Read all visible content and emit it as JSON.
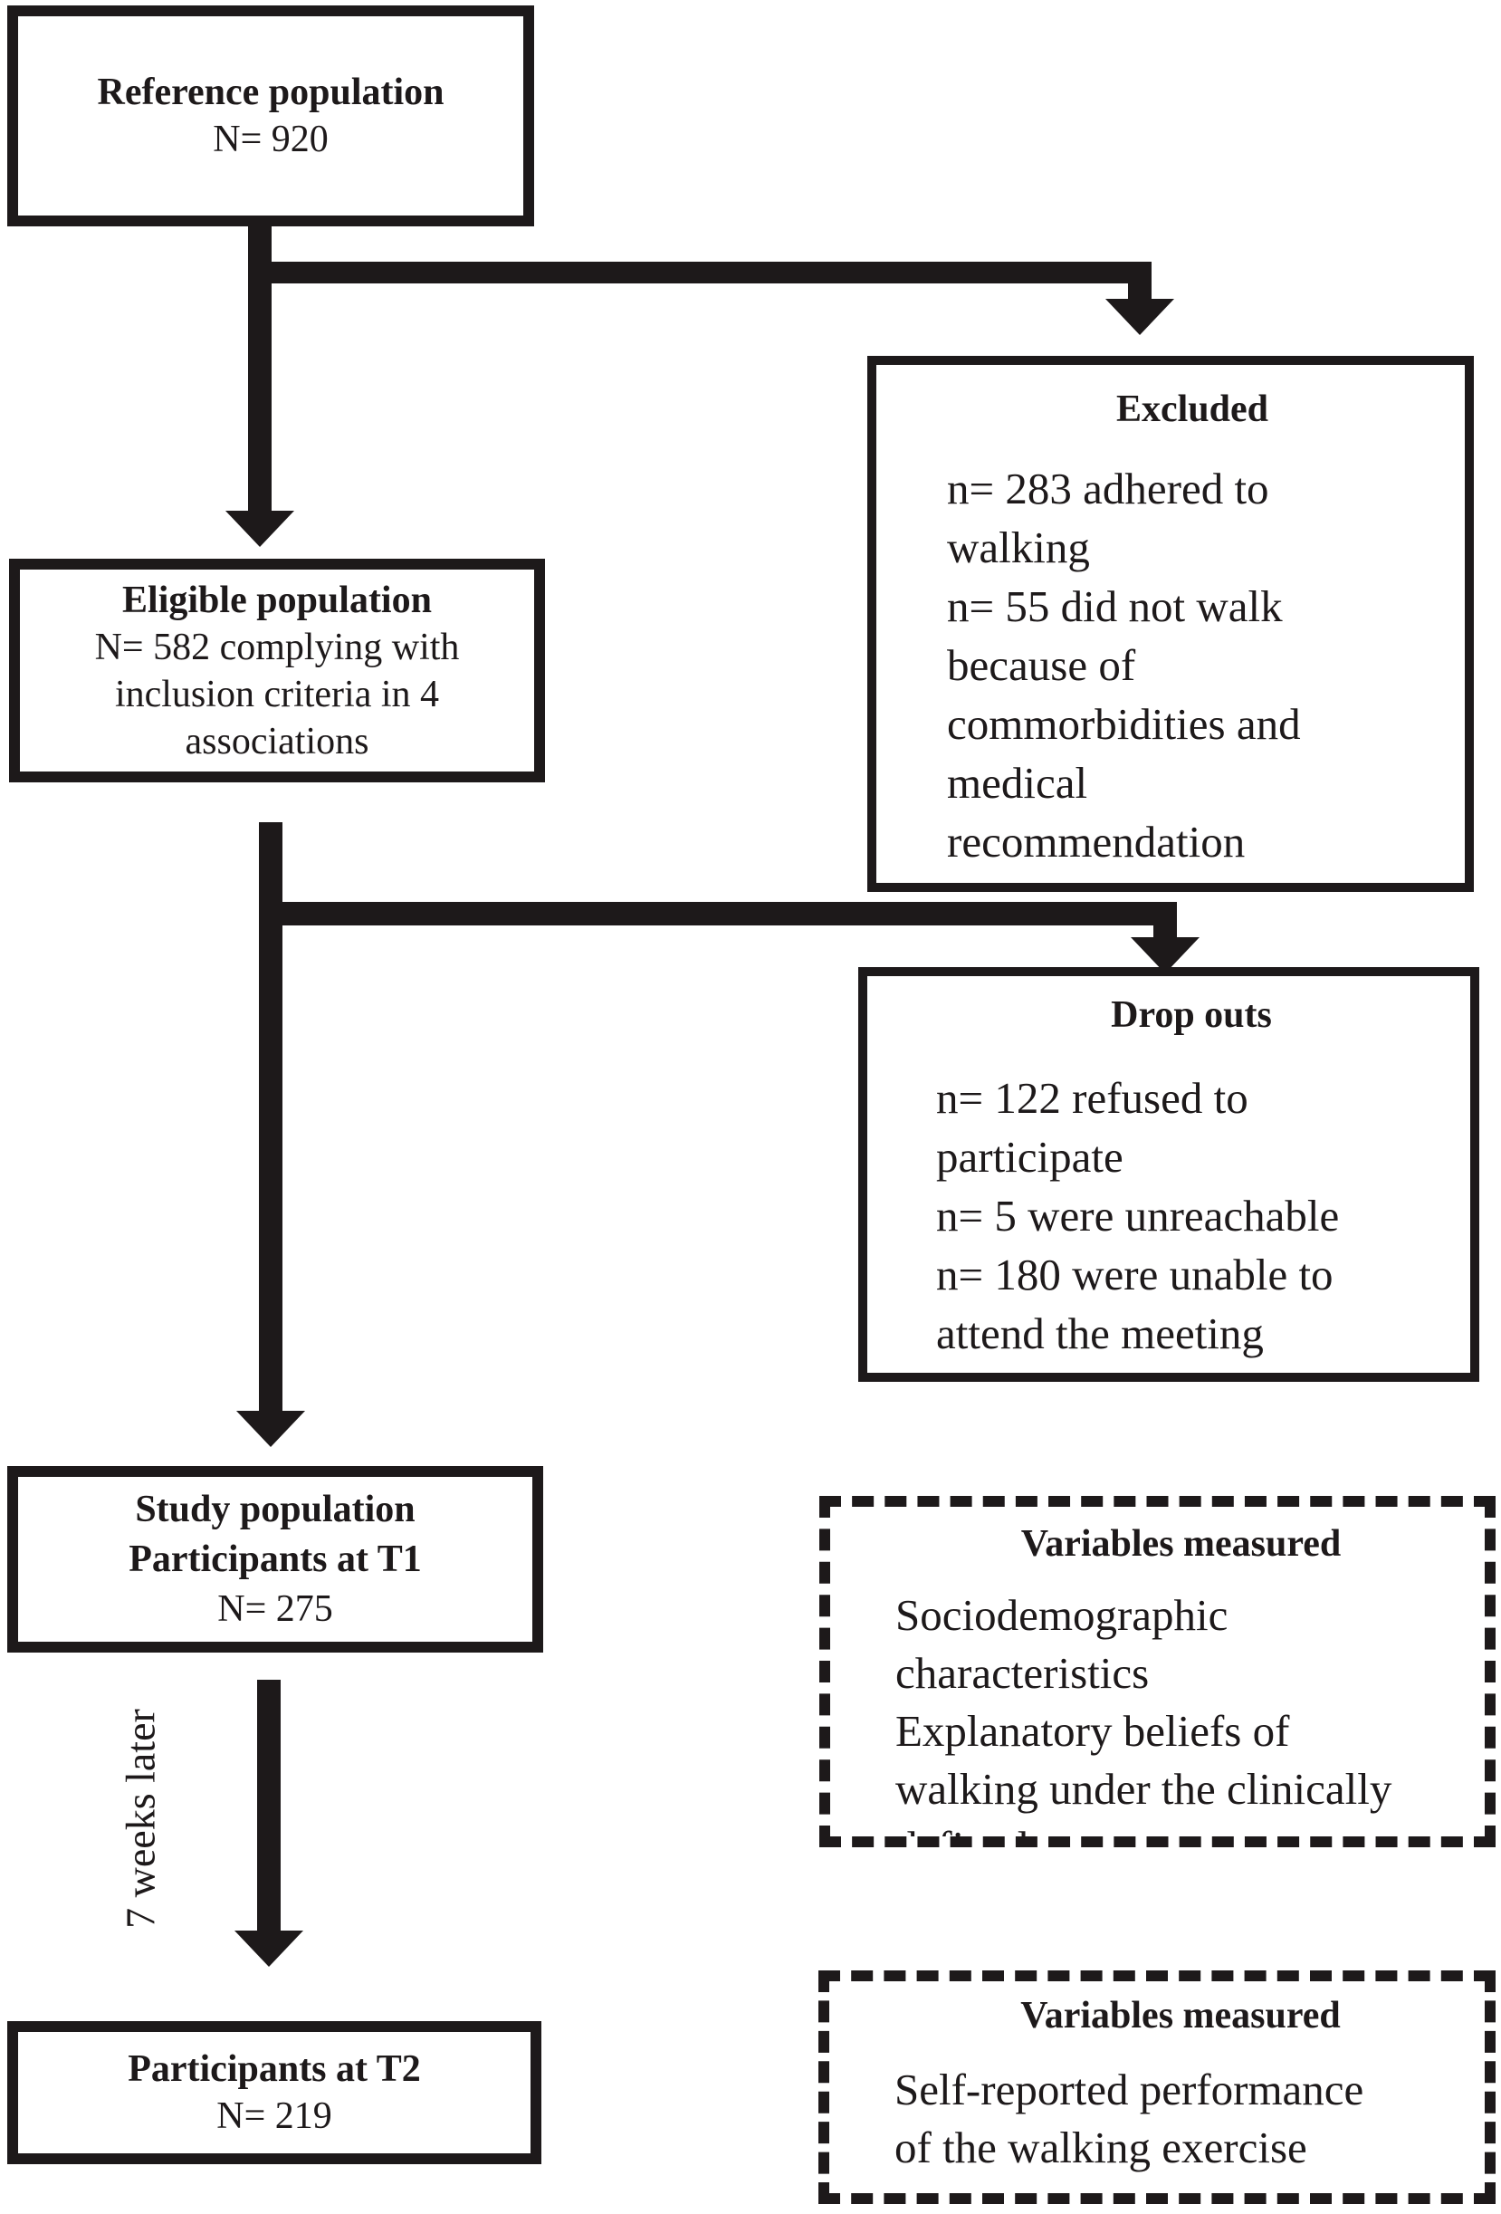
{
  "flowchart": {
    "ink_color": "#1d191a",
    "reference": {
      "title": "Reference population",
      "count": "N= 920"
    },
    "eligible": {
      "title": "Eligible population",
      "body": "N= 582 complying with\ninclusion criteria in 4\nassociations"
    },
    "excluded": {
      "title": "Excluded",
      "body": "n= 283 adhered to\nwalking\nn= 55 did not walk\nbecause of\ncommorbidities and\nmedical\nrecommendation"
    },
    "dropouts": {
      "title": "Drop outs",
      "body": "n= 122 refused to\nparticipate\nn= 5 were unreachable\nn= 180 were unable to\nattend the meeting"
    },
    "study": {
      "title": "Study population\nParticipants at T1",
      "count": "N= 275"
    },
    "t2": {
      "title": "Participants at T2",
      "count": "N= 219"
    },
    "vars_t1": {
      "title": "Variables measured",
      "body": "Sociodemographic\ncharacteristics\nExplanatory beliefs of\nwalking under the clinically\ndefined"
    },
    "vars_t2": {
      "title": "Variables measured",
      "body": "Self-reported performance\nof the walking exercise"
    },
    "interval_label": "7 weeks later"
  }
}
